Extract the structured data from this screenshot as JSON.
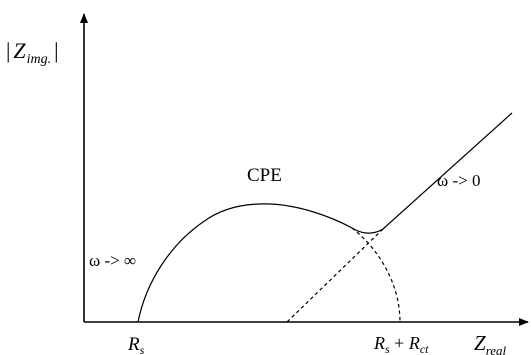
{
  "diagram": {
    "y_axis_label": {
      "bar_left": "|",
      "symbol": "Z",
      "subscript": "img.",
      "bar_right": "|"
    },
    "x_axis_label": {
      "symbol": "Z",
      "subscript": "real"
    },
    "tick_rs": {
      "symbol": "R",
      "subscript": "s"
    },
    "tick_rs_rct": {
      "first_symbol": "R",
      "first_subscript": "s",
      "operator": " + ",
      "second_symbol": "R",
      "second_subscript": "ct"
    },
    "arc_label": "CPE",
    "high_freq_label": "ω -> ∞",
    "low_freq_label": "ω -> 0"
  }
}
